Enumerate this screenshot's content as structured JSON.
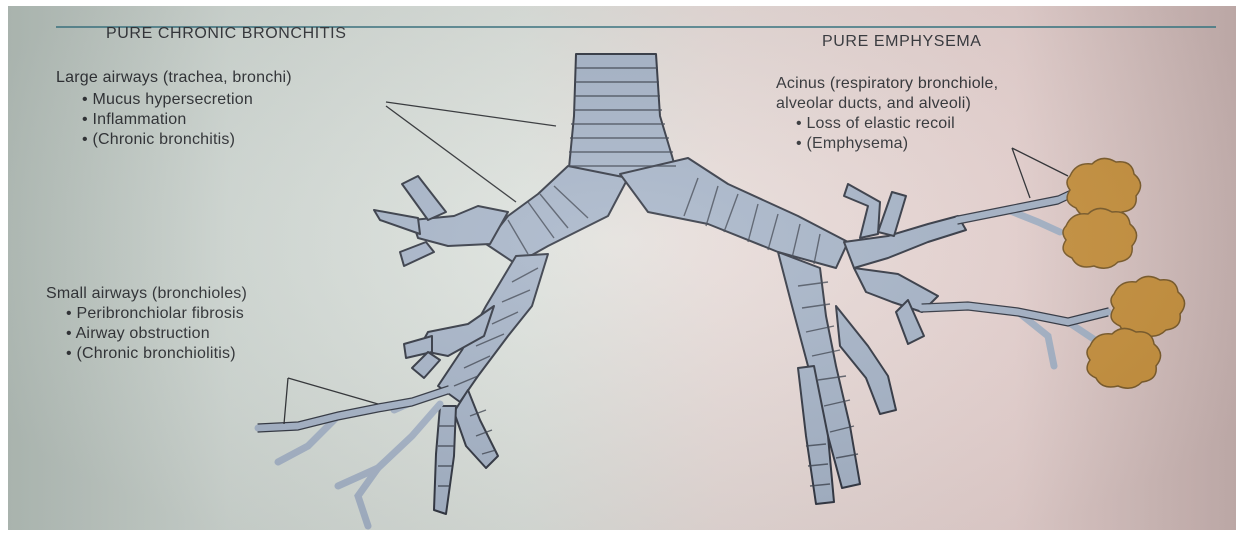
{
  "left_title": "PURE CHRONIC BRONCHITIS",
  "right_title": "PURE EMPHYSEMA",
  "large_airways": {
    "heading": "Large airways (trachea, bronchi)",
    "bullets": [
      "• Mucus hypersecretion",
      "• Inflammation",
      "• (Chronic bronchitis)"
    ]
  },
  "small_airways": {
    "heading": "Small airways (bronchioles)",
    "bullets": [
      "• Peribronchiolar fibrosis",
      "• Airway obstruction",
      "• (Chronic bronchiolitis)"
    ]
  },
  "acinus": {
    "heading_line1": "Acinus (respiratory bronchiole,",
    "heading_line2": "alveolar ducts, and alveoli)",
    "bullets": [
      "• Loss of elastic recoil",
      "• (Emphysema)"
    ]
  },
  "colors": {
    "airway_fill": "#a6b4c8",
    "airway_outline": "#2f3440",
    "acinus_fill": "#c9923d",
    "background_left": "#d3dbd6",
    "background_right": "#ead5d3"
  }
}
